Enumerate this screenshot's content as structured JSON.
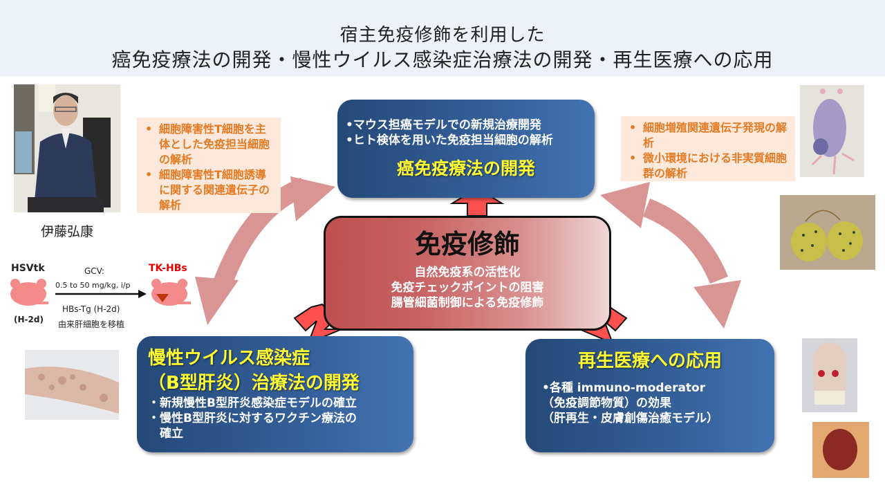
{
  "header": {
    "title_line1": "宿主免疫修飾を利用した",
    "title_line2": "癌免疫療法の開発・慢性ウイルス感染症治療法の開発・再生医療への応用"
  },
  "person": {
    "name": "伊藤弘康",
    "photo_icon": "portrait-photo"
  },
  "left_orange_box": {
    "items": [
      "細胞障害性T細胞を主体とした免疫担当細胞の解析",
      "細胞障害性T細胞誘導に関する関連遺伝子の解析"
    ]
  },
  "right_orange_box": {
    "items": [
      "細胞増殖関連遺伝子発現の解析",
      "微小環境における非実質細胞群の解析"
    ]
  },
  "top_box": {
    "bullets": [
      "•マウス担癌モデルでの新規治療開発",
      "•ヒト検体を用いた免疫担当細胞の解析"
    ],
    "title": "癌免疫療法の開発"
  },
  "center_box": {
    "title": "免疫修飾",
    "lines": [
      "自然免疫系の活性化",
      "免疫チェックポイントの阻害",
      "腸管細菌制御による免疫修飾"
    ]
  },
  "left_bottom_box": {
    "title_line1": "慢性ウイルス感染症",
    "title_line2": "（B型肝炎）治療法の開発",
    "bullets": [
      "・新規慢性B型肝炎感染症モデルの確立",
      "・慢性B型肝炎に対するワクチン療法の",
      "　確立"
    ]
  },
  "right_bottom_box": {
    "title": "再生医療への応用",
    "lines": [
      "•各種 immuno-moderator",
      "（免疫調節物質）の効果",
      "（肝再生・皮膚創傷治癒モデル）"
    ]
  },
  "mouse_diagram": {
    "source_label": "HSVtk",
    "source_strain": "(H-2d)",
    "drug_label": "GCV:",
    "dose_label": "0.5 to 50 mg/kg, i/p",
    "donor_label": "HBs-Tg (H-2d)",
    "transplant_label": "由来肝細胞を移植",
    "result_label": "TK-HBs"
  },
  "colors": {
    "header_bg": "#edf1f8",
    "orange_text": "#e67a22",
    "orange_box_bg": "#fde8dc",
    "blue_box": "#2f5a8f",
    "yellow_title": "#ffff33",
    "arrow_red": "#ff5050",
    "curve_arrow": "#d99494",
    "mouse_pink": "#f48a8a",
    "tk_red": "#e00000"
  }
}
